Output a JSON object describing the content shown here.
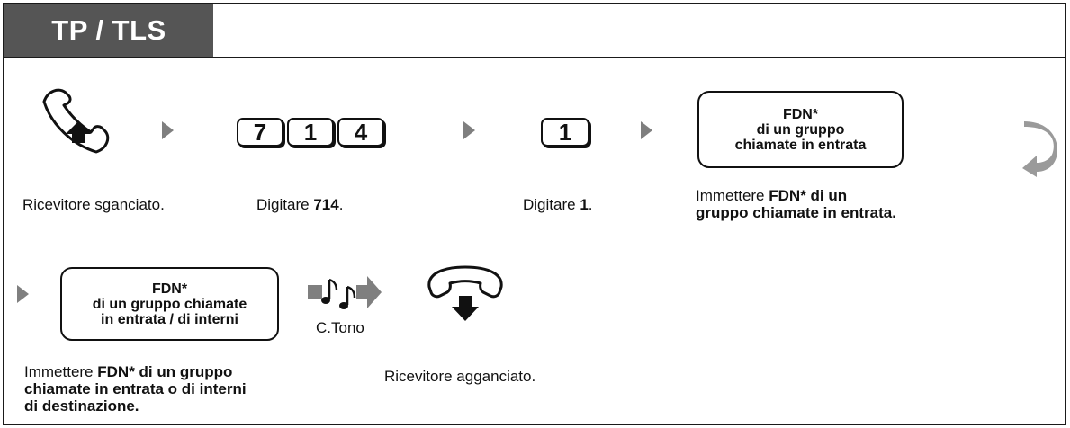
{
  "header": {
    "title": "TP / TLS"
  },
  "row1": {
    "step1_caption": "Ricevitore sganciato.",
    "step2": {
      "keys": [
        "7",
        "1",
        "4"
      ],
      "caption_prefix": "Digitare ",
      "caption_bold": "714",
      "caption_suffix": "."
    },
    "step3": {
      "key": "1",
      "caption_prefix": "Digitare ",
      "caption_bold": "1",
      "caption_suffix": "."
    },
    "step4": {
      "box_lines": [
        "FDN*",
        "di un gruppo",
        "chiamate in entrata"
      ],
      "caption_prefix": "Immettere ",
      "caption_bold_line1": "FDN* di un",
      "caption_bold_line2": "gruppo chiamate in entrata."
    }
  },
  "row2": {
    "step5": {
      "box_lines": [
        "FDN*",
        "di un gruppo chiamate",
        "in entrata / di interni"
      ],
      "caption_prefix": "Immettere ",
      "caption_bold_line1": "FDN* di un gruppo",
      "caption_bold_line2": "chiamate in entrata o di interni",
      "caption_bold_line3": "di destinazione."
    },
    "tone_label": "C.Tono",
    "step6_caption": "Ricevitore agganciato."
  },
  "colors": {
    "header_bg": "#555555",
    "arrow": "#7f7f7f",
    "continue_arrow": "#9a9a9a"
  },
  "icons": [
    "handset-offhook-icon",
    "handset-onhook-icon",
    "music-note-icon",
    "continue-curved-arrow-icon"
  ]
}
